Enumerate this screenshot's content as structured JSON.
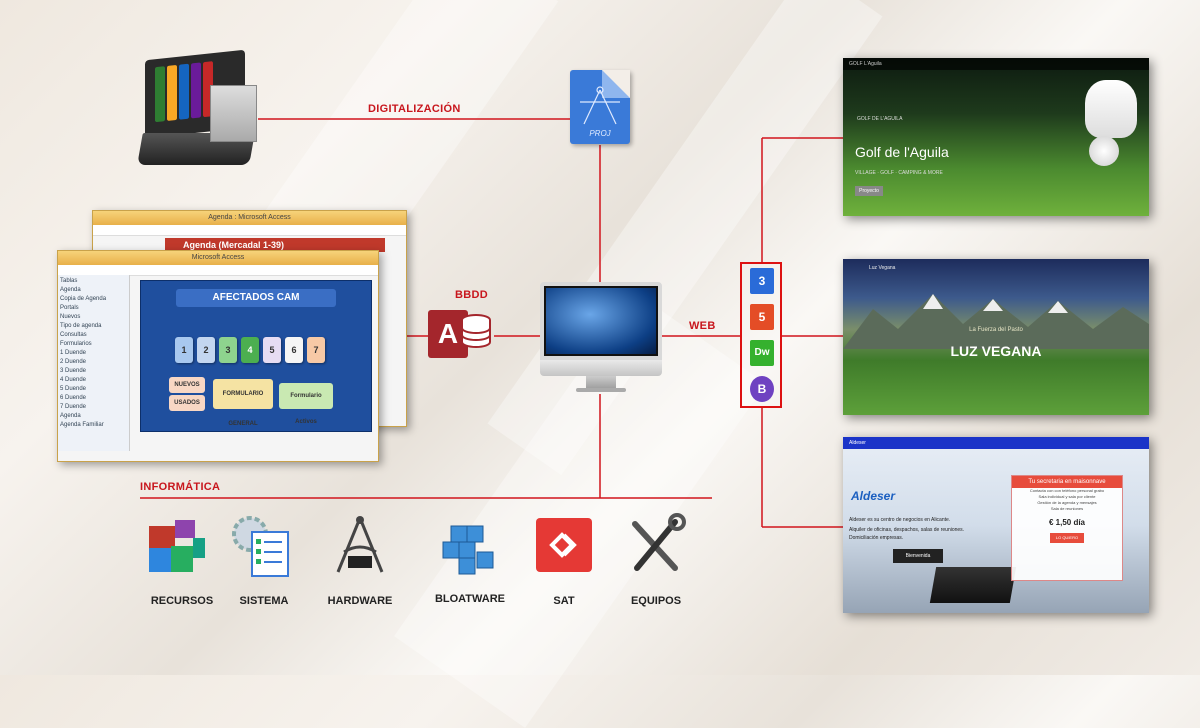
{
  "labels": {
    "digitalizacion": "DIGITALIZACIÓN",
    "bbdd": "BBDD",
    "web": "WEB",
    "informatica": "INFORMÁTICA"
  },
  "proj_file": {
    "text": "PROJ"
  },
  "access_windows": {
    "back_title": "Agenda : Microsoft Access",
    "front_title": "Microsoft Access",
    "agenda_heading": "Agenda (Mercadal 1-39)",
    "form_title": "AFECTADOS CAM",
    "form_numbers": [
      "1",
      "2",
      "3",
      "4",
      "5",
      "6",
      "7"
    ],
    "buttons": [
      "NUEVOS",
      "USADOS",
      "FORMULARIO GENERAL",
      "Formulario Activos"
    ],
    "nav_items": [
      "Tablas",
      "Agenda",
      "Copia de Agenda",
      "Portals",
      "Nuevos",
      "Tipo de agenda",
      "Consultas",
      "Formularios",
      "1 Duende",
      "2 Duende",
      "3 Duende",
      "4 Duende",
      "5 Duende",
      "6 Duende",
      "7 Duende",
      "Agenda",
      "Agenda Familiar"
    ]
  },
  "web_tech": [
    {
      "name": "css3-icon",
      "text": "3",
      "color": "#2a6bd8"
    },
    {
      "name": "html5-icon",
      "text": "5",
      "color": "#e44d26"
    },
    {
      "name": "dreamweaver-icon",
      "text": "Dw",
      "color": "#35b12e"
    },
    {
      "name": "bootstrap-icon",
      "text": "B",
      "color": "#6f42c1"
    }
  ],
  "sites": {
    "golf": {
      "title": "Golf de l'Aguila",
      "brand": "GOLF DE L'AGUILA",
      "subtitle": "VILLAGE · GOLF · CAMPING & MORE",
      "button": "Proyecto",
      "nav": "GOLF L'Aguila"
    },
    "vegan": {
      "title": "LUZ VEGANA",
      "subtitle": "La Fuerza del Pasto",
      "brand": "Luz Vegana"
    },
    "aldeser": {
      "nav_brand": "Aldeser",
      "logo": "Aldeser",
      "intro": "Aldeser es su centro de negocios en Alicante.",
      "intro2": "Alquiler de oficinas, despachos, salas de reuniones.",
      "intro3": "Domiciliación empresas.",
      "card_header": "Tu secretaria en maisonnave",
      "card_lines": [
        "Contacta con con teléfono personal grabo",
        "Sala individual y sala por cliente",
        "Gestión de la agenda y mensajes",
        "Sala de reuniones"
      ],
      "price": "€ 1,50 día",
      "cta": "LO QUIERO",
      "dark_btn": "Bienvenida"
    }
  },
  "bottom_items": [
    {
      "name": "recursos",
      "label": "RECURSOS"
    },
    {
      "name": "sistema",
      "label": "SISTEMA"
    },
    {
      "name": "hardware",
      "label": "HARDWARE"
    },
    {
      "name": "bloatware",
      "label": "BLOATWARE"
    },
    {
      "name": "sat",
      "label": "SAT"
    },
    {
      "name": "equipos",
      "label": "EQUIPOS"
    }
  ]
}
